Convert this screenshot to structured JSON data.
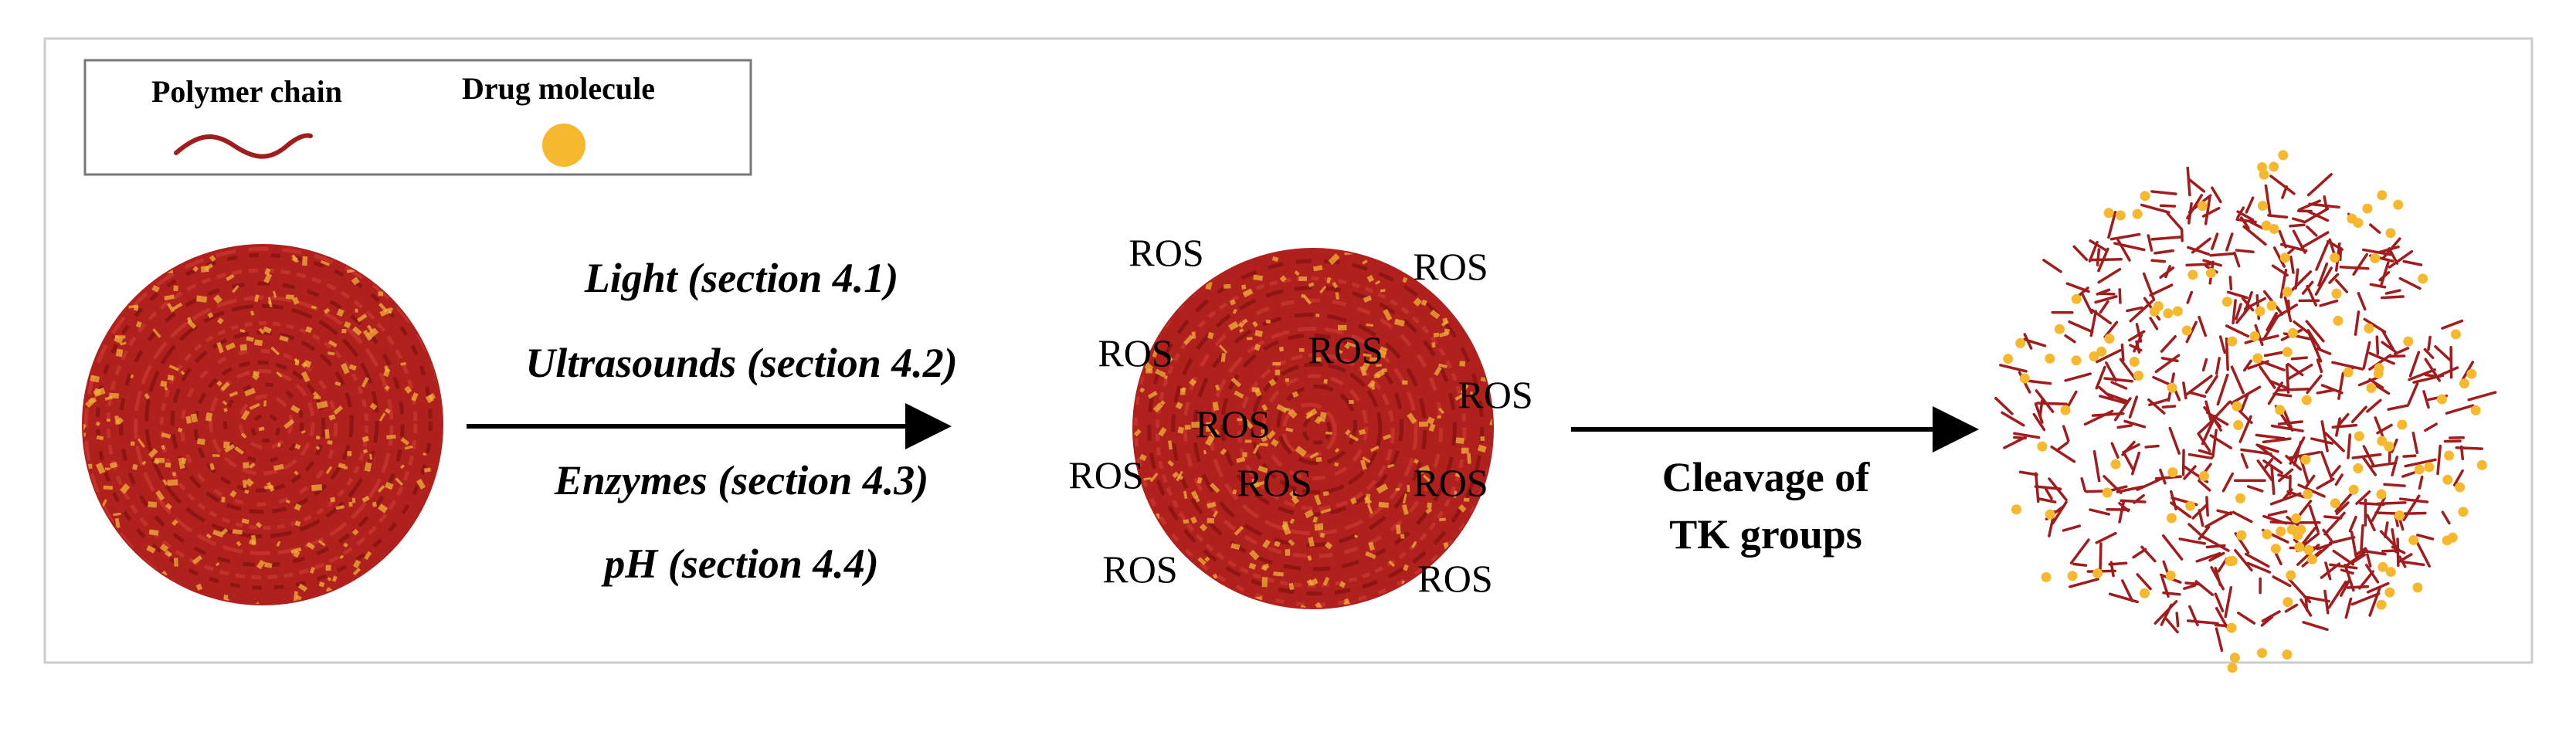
{
  "legend": {
    "polymer_label": "Polymer chain",
    "drug_label": "Drug molecule"
  },
  "stimuli": {
    "light": "Light (section 4.1)",
    "ultrasounds": "Ultrasounds (section 4.2)",
    "enzymes": "Enzymes (section 4.3)",
    "ph": "pH (section 4.4)"
  },
  "ros": {
    "label": "ROS",
    "count": 11
  },
  "cleavage": {
    "line1": "Cleavage of",
    "line2": "TK groups"
  },
  "colors": {
    "polymer": "#a11c1c",
    "particle_fill": "#c0392b",
    "drug": "#f5b82e",
    "frame": "#c8c8c8",
    "arrow": "#000000"
  }
}
